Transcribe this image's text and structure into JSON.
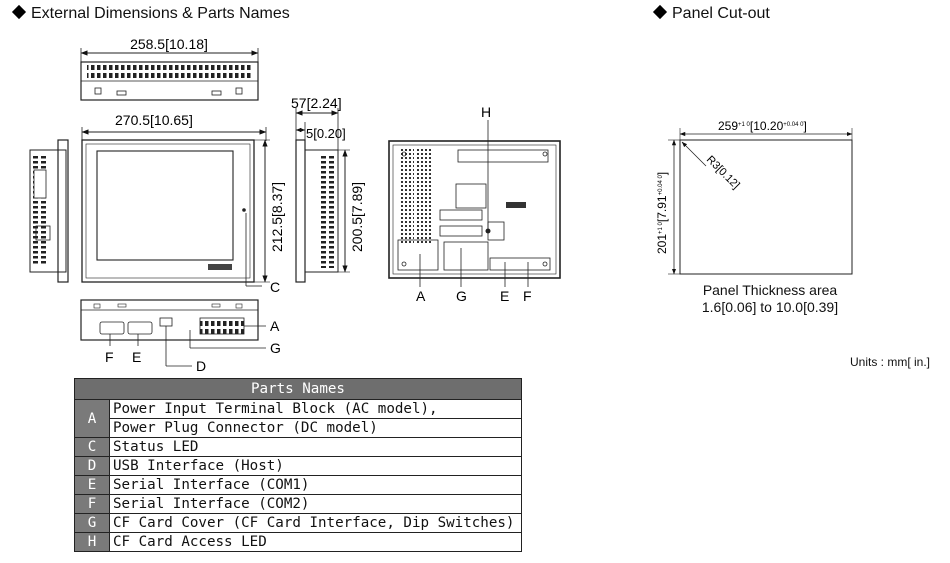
{
  "headings": {
    "external": "External Dimensions & Parts Names",
    "cutout": "Panel Cut-out"
  },
  "dimensions": {
    "top_width": "258.5[10.18]",
    "front_width": "270.5[10.65]",
    "front_height": "212.5[8.37]",
    "side_depth": "57[2.24]",
    "side_bezel": "5[0.20]",
    "side_height": "200.5[7.89]"
  },
  "cutout": {
    "width_main": "259",
    "width_tol": "+1 0",
    "width_inch": "[10.20",
    "width_inch_tol": "+0.04 0",
    "width_close": "]",
    "height_main": "201",
    "height_tol": "+1 0",
    "height_inch": "[7.91",
    "height_inch_tol": "+0.04 0",
    "height_close": "]",
    "radius": "R3[0.12]",
    "thickness_line1": "Panel Thickness area",
    "thickness_line2": "1.6[0.06] to 10.0[0.39]"
  },
  "units": "Units : mm[ in.]",
  "callouts": {
    "a": "A",
    "c": "C",
    "d": "D",
    "e": "E",
    "f": "F",
    "g": "G",
    "h": "H"
  },
  "parts_table": {
    "title": "Parts Names",
    "rows": [
      {
        "key": "A",
        "line1": "Power Input Terminal Block (AC model),",
        "line2": "Power Plug Connector (DC model)"
      },
      {
        "key": "C",
        "line1": "Status LED"
      },
      {
        "key": "D",
        "line1": "USB Interface (Host)"
      },
      {
        "key": "E",
        "line1": "Serial Interface (COM1)"
      },
      {
        "key": "F",
        "line1": "Serial Interface (COM2)"
      },
      {
        "key": "G",
        "line1": "CF Card Cover (CF Card Interface, Dip Switches)"
      },
      {
        "key": "H",
        "line1": "CF Card Access LED"
      }
    ]
  }
}
